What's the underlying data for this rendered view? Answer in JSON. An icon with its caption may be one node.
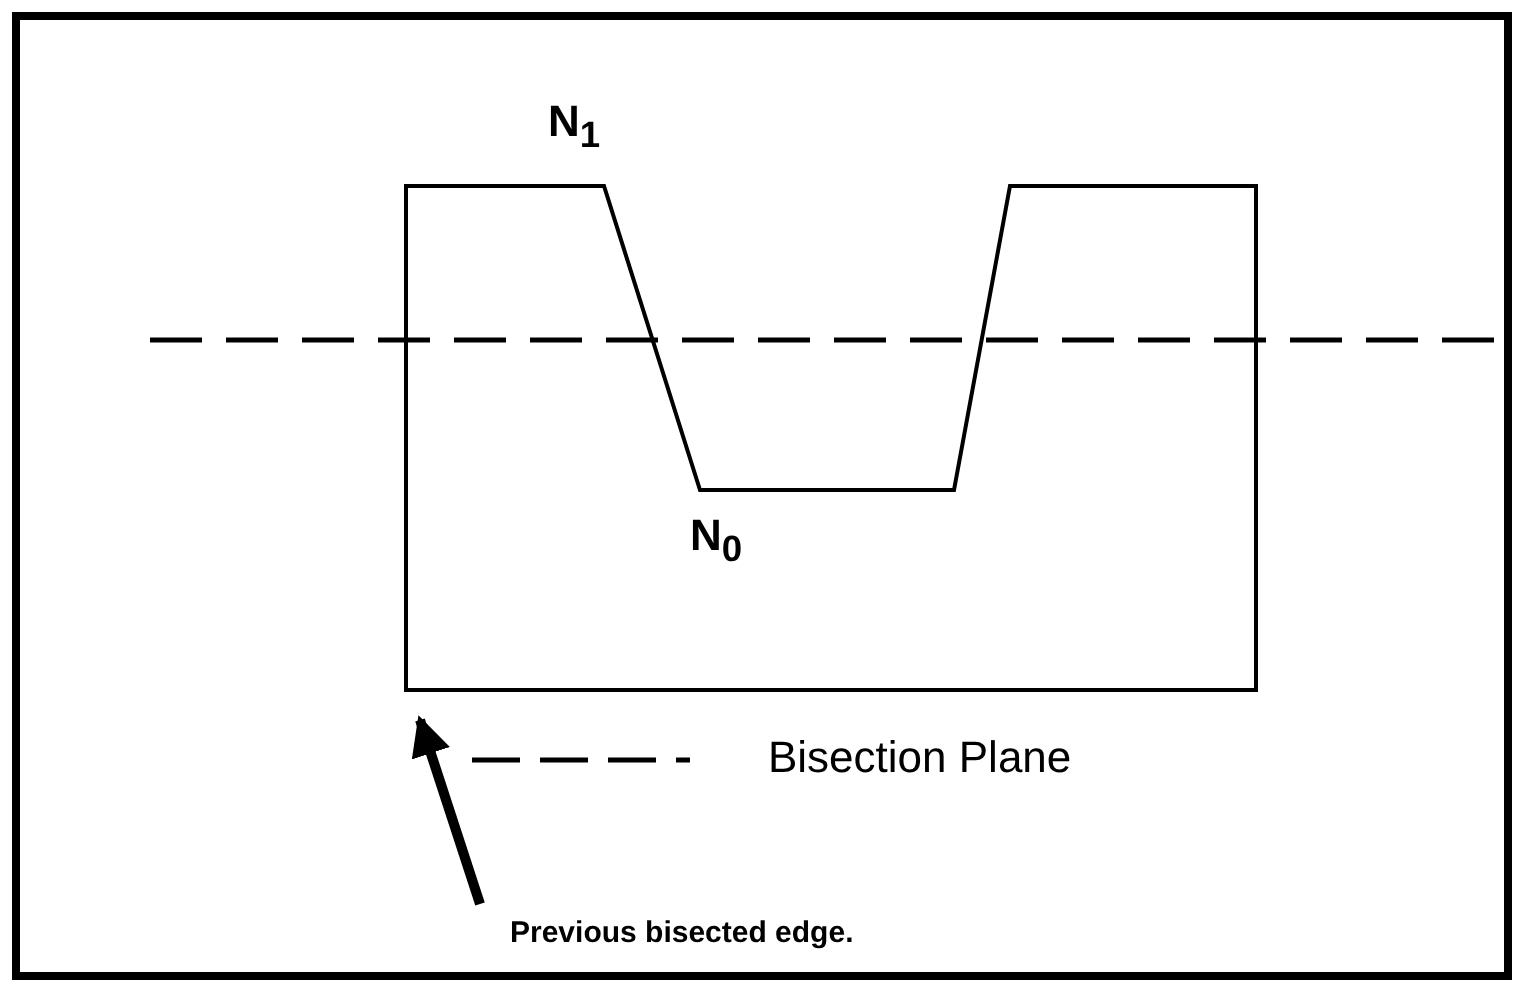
{
  "diagram": {
    "nodes": [
      {
        "text": [
          "Previous bisected edge."
        ]
      },
      {
        "text": [],
        "shape": "box"
      }
    ],
    "edges": [
      {
        "from": 0,
        "to": 1,
        "arrow": "to"
      }
    ],
    "labels": [
      "N$_{1}$",
      "N$_{0}$"
    ],
    "legend": [
      {
        "text": "Bisection Plane"
      }
    ]
  }
}
